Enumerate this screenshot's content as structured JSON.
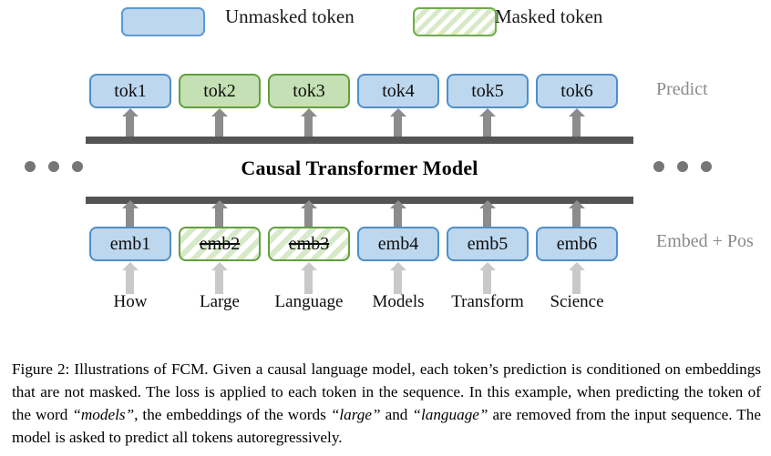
{
  "figure": {
    "legend": {
      "unmasked_label": "Unmasked token",
      "masked_label": "Masked token",
      "unmasked_color": "#bdd7ee",
      "unmasked_border": "#5b9bd5",
      "masked_color": "#c5e0b4",
      "masked_border": "#70ad47"
    },
    "model_title": "Causal Transformer Model",
    "side_labels": {
      "predict": "Predict",
      "embed_pos": "Embed + Pos"
    },
    "tokens": [
      {
        "label": "tok1",
        "masked": false
      },
      {
        "label": "tok2",
        "masked": true
      },
      {
        "label": "tok3",
        "masked": true
      },
      {
        "label": "tok4",
        "masked": false
      },
      {
        "label": "tok5",
        "masked": false
      },
      {
        "label": "tok6",
        "masked": false
      }
    ],
    "embeddings": [
      {
        "label": "emb1",
        "masked": false
      },
      {
        "label": "emb2",
        "masked": true
      },
      {
        "label": "emb3",
        "masked": true
      },
      {
        "label": "emb4",
        "masked": false
      },
      {
        "label": "emb5",
        "masked": false
      },
      {
        "label": "emb6",
        "masked": false
      }
    ],
    "words": [
      "How",
      "Large",
      "Language",
      "Models",
      "Transform",
      "Science"
    ],
    "bar_color": "#545454",
    "arrow_dark_color": "#8c8c8c",
    "arrow_light_color": "#c9c9c9",
    "ellipsis_color": "#767676"
  },
  "caption": {
    "figure_number": "Figure 2:",
    "text_part1": " Illustrations of FCM. Given a causal language model, each token’s prediction is conditioned on embeddings that are not masked. The loss is applied to each token in the sequence. In this example, when predicting the token of the word ",
    "emphasis1": "“models”",
    "text_part2": ", the embeddings of the words ",
    "emphasis2": "“large”",
    "text_part3": " and ",
    "emphasis3": "“language”",
    "text_part4": " are removed from the input sequence. The model is asked to predict all tokens autoregressively."
  }
}
